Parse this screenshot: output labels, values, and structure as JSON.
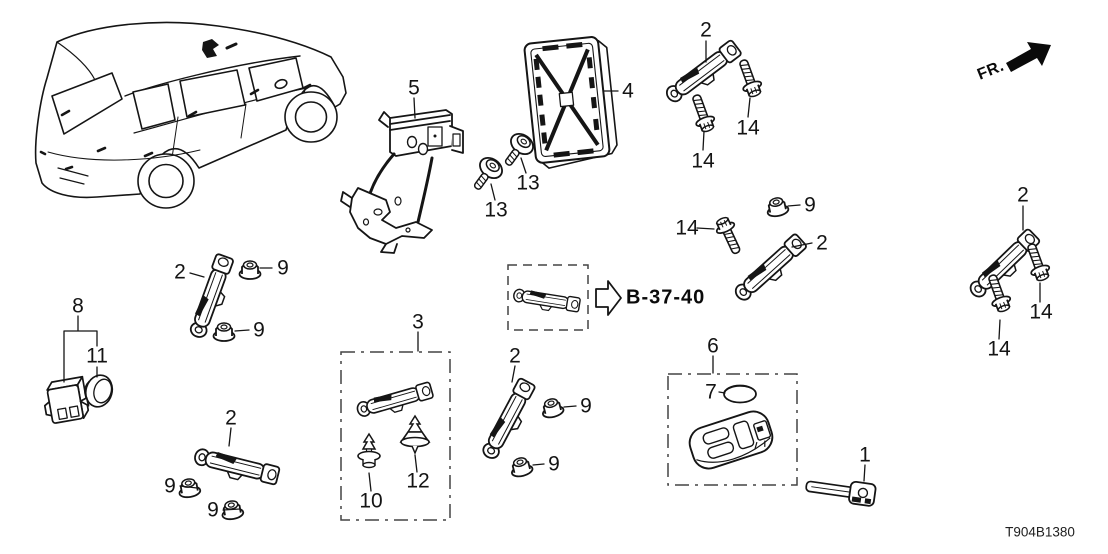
{
  "diagram": {
    "code": "T904B1380",
    "direction_label": "FR.",
    "reference_label": "B-37-40"
  },
  "colors": {
    "line": "#151515",
    "background": "#ffffff"
  },
  "callouts": [
    {
      "id": "antenna-top",
      "label": "2"
    },
    {
      "id": "bolt-top-right",
      "label": "14"
    },
    {
      "id": "bolt-top-left",
      "label": "14"
    },
    {
      "id": "smart-unit-module",
      "label": "4"
    },
    {
      "id": "bracket",
      "label": "5"
    },
    {
      "id": "screw-right",
      "label": "13"
    },
    {
      "id": "screw-left",
      "label": "13"
    },
    {
      "id": "nut-mid-right",
      "label": "9"
    },
    {
      "id": "bolt-mid-right",
      "label": "14"
    },
    {
      "id": "antenna-mid-right",
      "label": "2"
    },
    {
      "id": "antenna-far-right",
      "label": "2"
    },
    {
      "id": "bolt-far-right-upper",
      "label": "14"
    },
    {
      "id": "bolt-far-right-lower",
      "label": "14"
    },
    {
      "id": "antenna-left",
      "label": "2"
    },
    {
      "id": "nut-left-upper",
      "label": "9"
    },
    {
      "id": "nut-left-lower",
      "label": "9"
    },
    {
      "id": "unit-box",
      "label": "8"
    },
    {
      "id": "cap",
      "label": "11"
    },
    {
      "id": "antenna-bottom-left",
      "label": "2"
    },
    {
      "id": "nut-bottom-left-upper",
      "label": "9"
    },
    {
      "id": "nut-bottom-left-lower",
      "label": "9"
    },
    {
      "id": "antenna-kit-box",
      "label": "3"
    },
    {
      "id": "clip-small",
      "label": "10"
    },
    {
      "id": "clip-large",
      "label": "12"
    },
    {
      "id": "antenna-middle",
      "label": "2"
    },
    {
      "id": "nut-middle-upper",
      "label": "9"
    },
    {
      "id": "nut-middle-lower",
      "label": "9"
    },
    {
      "id": "keyfob-kit-box",
      "label": "6"
    },
    {
      "id": "battery",
      "label": "7"
    },
    {
      "id": "key-blade",
      "label": "1"
    }
  ]
}
